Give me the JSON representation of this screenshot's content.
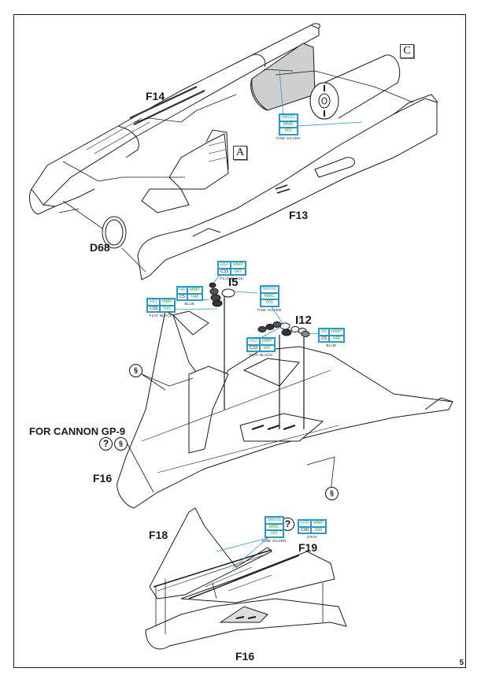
{
  "page": {
    "number": "5"
  },
  "colors": {
    "paint_box": "#2a9bc4",
    "mmp_code": "#2f9a3a",
    "line": "#1a1a1a",
    "callout": "#2a9bc4",
    "shade": "#cfcfcf"
  },
  "section_top": {
    "part_labels": {
      "f14": "F14",
      "f13": "F13",
      "d68": "D68"
    },
    "subassembly_refs": {
      "a": "A",
      "c": "C"
    },
    "paint_fine_silver": {
      "top": "SM201",
      "bottom_code": "MMC",
      "bottom_num": "001",
      "name": "FINE SILVER"
    }
  },
  "section_middle": {
    "part_labels": {
      "i5": "I5",
      "i12": "I12",
      "f16": "F16"
    },
    "note": "FOR CANNON GP-9",
    "icons": {
      "question": "?",
      "spring": "§"
    },
    "paint_i5_flat_black": {
      "h": "H12",
      "c": "C33",
      "mmp_label": "MMP",
      "mmp": "047",
      "name": "FLAT BLACK"
    },
    "paint_i5_blue": {
      "h": "H5",
      "c": "C5",
      "mmp_label": "MMP",
      "mmp": "048",
      "name": "BLUE"
    },
    "paint_i5_flat_black_2": {
      "h": "H12",
      "c": "C33",
      "mmp_label": "MMP",
      "mmp": "047",
      "name": "FLAT BLACK"
    },
    "paint_i5_fine_silver": {
      "top": "SM201",
      "bottom_code": "MMC",
      "bottom_num": "001",
      "name": "FINE SILVER"
    },
    "paint_i12_flat_black": {
      "h": "H12",
      "c": "C33",
      "mmp_label": "MMP",
      "mmp": "047",
      "name": "FLAT BLACK"
    },
    "paint_i12_blue": {
      "h": "H5",
      "c": "C5",
      "mmp_label": "MMP",
      "mmp": "048",
      "name": "BLUE"
    }
  },
  "section_bottom": {
    "part_labels": {
      "f18": "F18",
      "f19": "F19",
      "f16": "F16"
    },
    "icons": {
      "question": "?"
    },
    "paint_fine_silver": {
      "top": "SM201",
      "bottom_code": "MMC",
      "bottom_num": "001",
      "name": "FINE SILVER"
    },
    "paint_gray": {
      "h": "H70",
      "c": "C60",
      "mmp_label": "MMP",
      "mmp": "056",
      "name": "GRAY"
    }
  }
}
